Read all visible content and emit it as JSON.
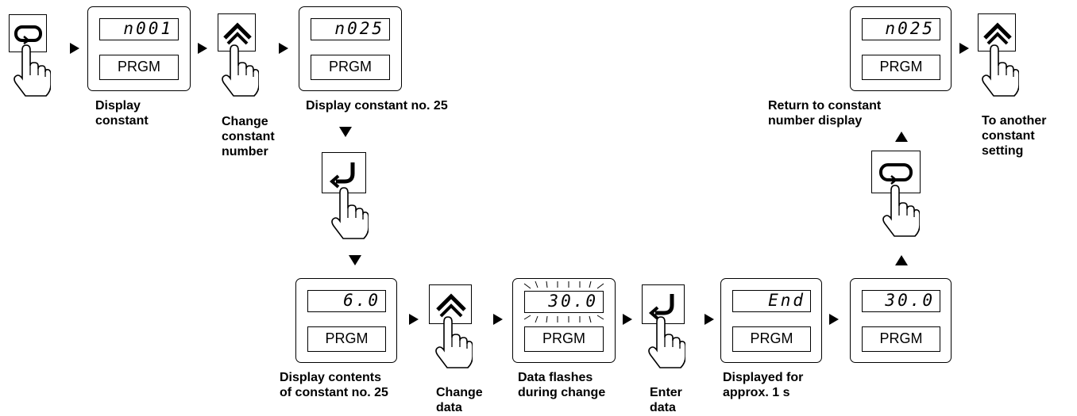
{
  "keys": {
    "display_key": "display-icon",
    "up_key": "up-icon",
    "enter_key": "enter-icon"
  },
  "panels": {
    "p1": {
      "display": "n001",
      "mode": "PRGM"
    },
    "p2": {
      "display": "n025",
      "mode": "PRGM"
    },
    "p3": {
      "display": "6.0",
      "mode": "PRGM"
    },
    "p4": {
      "display": "30.0",
      "mode": "PRGM"
    },
    "p5": {
      "display": "End",
      "mode": "PRGM"
    },
    "p6": {
      "display": "30.0",
      "mode": "PRGM"
    },
    "p7": {
      "display": "n025",
      "mode": "PRGM"
    }
  },
  "labels": {
    "display_constant": "Display\nconstant",
    "change_constant_number": "Change\nconstant\nnumber",
    "display_constant_no_25": "Display constant no. 25",
    "return_to_constant": "Return to constant\nnumber display",
    "to_another_constant": "To another\nconstant\nsetting",
    "display_contents": "Display contents\nof constant no. 25",
    "change_data": "Change\ndata",
    "data_flashes": "Data flashes\nduring change",
    "enter_data": "Enter\ndata",
    "displayed_for": "Displayed for\napprox. 1 s"
  }
}
